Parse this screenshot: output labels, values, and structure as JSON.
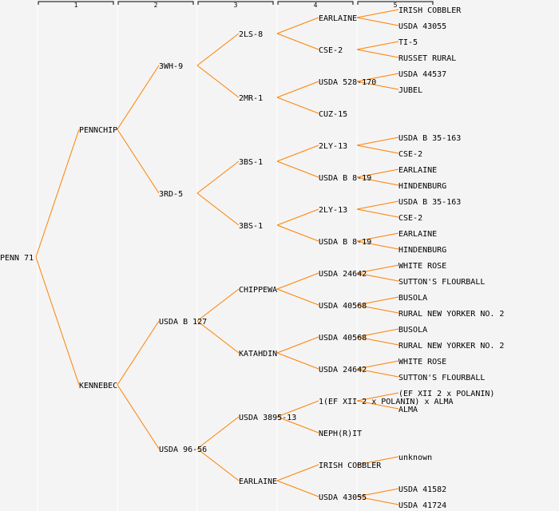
{
  "columns": [
    "1",
    "2",
    "3",
    "4",
    "5"
  ],
  "colors": {
    "background": "#f4f4f4",
    "line": "#ff8000",
    "text": "#000000",
    "highlight": "#0000ff",
    "divider": "#ffffff"
  },
  "tree": {
    "name": "PENN 71",
    "children": [
      {
        "name": "PENNCHIP",
        "children": [
          {
            "name": "3WH-9",
            "children": [
              {
                "name": "2LS-8",
                "children": [
                  {
                    "name": "EARLAINE",
                    "children": [
                      {
                        "name": "IRISH COBBLER"
                      },
                      {
                        "name": "USDA 43055"
                      }
                    ]
                  },
                  {
                    "name": "CSE-2",
                    "children": [
                      {
                        "name": "TI-5"
                      },
                      {
                        "name": "RUSSET RURAL"
                      }
                    ]
                  }
                ]
              },
              {
                "name": "2MR-1",
                "children": [
                  {
                    "name": "USDA 528-170",
                    "children": [
                      {
                        "name": "USDA 44537"
                      },
                      {
                        "name": "JUBEL"
                      }
                    ]
                  },
                  {
                    "name": "CUZ-15"
                  }
                ]
              }
            ]
          },
          {
            "name": "3RD-5",
            "children": [
              {
                "name": "3BS-1",
                "children": [
                  {
                    "name": "2LY-13",
                    "children": [
                      {
                        "name": "USDA B 35-163"
                      },
                      {
                        "name": "CSE-2"
                      }
                    ]
                  },
                  {
                    "name": "USDA B 8-19",
                    "children": [
                      {
                        "name": "EARLAINE"
                      },
                      {
                        "name": "HINDENBURG"
                      }
                    ]
                  }
                ]
              },
              {
                "name": "3BS-1",
                "children": [
                  {
                    "name": "2LY-13",
                    "children": [
                      {
                        "name": "USDA B 35-163"
                      },
                      {
                        "name": "CSE-2"
                      }
                    ]
                  },
                  {
                    "name": "USDA B 8-19",
                    "children": [
                      {
                        "name": "EARLAINE"
                      },
                      {
                        "name": "HINDENBURG"
                      }
                    ]
                  }
                ]
              }
            ]
          }
        ]
      },
      {
        "name": "KENNEBEC",
        "children": [
          {
            "name": "USDA B 127",
            "children": [
              {
                "name": "CHIPPEWA",
                "children": [
                  {
                    "name": "USDA 24642",
                    "children": [
                      {
                        "name": "WHITE ROSE"
                      },
                      {
                        "name": "SUTTON'S FLOURBALL"
                      }
                    ]
                  },
                  {
                    "name": "USDA 40568",
                    "children": [
                      {
                        "name": "BUSOLA"
                      },
                      {
                        "name": "RURAL NEW YORKER NO. 2"
                      }
                    ]
                  }
                ]
              },
              {
                "name": "KATAHDIN",
                "children": [
                  {
                    "name": "USDA 40568",
                    "children": [
                      {
                        "name": "BUSOLA"
                      },
                      {
                        "name": "RURAL NEW YORKER NO. 2"
                      }
                    ]
                  },
                  {
                    "name": "USDA 24642",
                    "children": [
                      {
                        "name": "WHITE ROSE"
                      },
                      {
                        "name": "SUTTON'S FLOURBALL"
                      }
                    ]
                  }
                ]
              }
            ]
          },
          {
            "name": "USDA 96-56",
            "children": [
              {
                "name": "USDA 3895-13",
                "children": [
                  {
                    "name": "1(EF XII 2 x POLANIN) x ALMA",
                    "children": [
                      {
                        "name": "(EF XII 2 x POLANIN)"
                      },
                      {
                        "name": "ALMA"
                      }
                    ]
                  },
                  {
                    "name": "NEPH(R)IT"
                  }
                ]
              },
              {
                "name": "EARLAINE",
                "children": [
                  {
                    "name": "IRISH COBBLER",
                    "highlight": true,
                    "children": [
                      {
                        "name": "unknown"
                      }
                    ]
                  },
                  {
                    "name": "USDA 43055",
                    "children": [
                      {
                        "name": "USDA 41582"
                      },
                      {
                        "name": "USDA 41724"
                      }
                    ]
                  }
                ]
              }
            ]
          }
        ]
      }
    ]
  }
}
